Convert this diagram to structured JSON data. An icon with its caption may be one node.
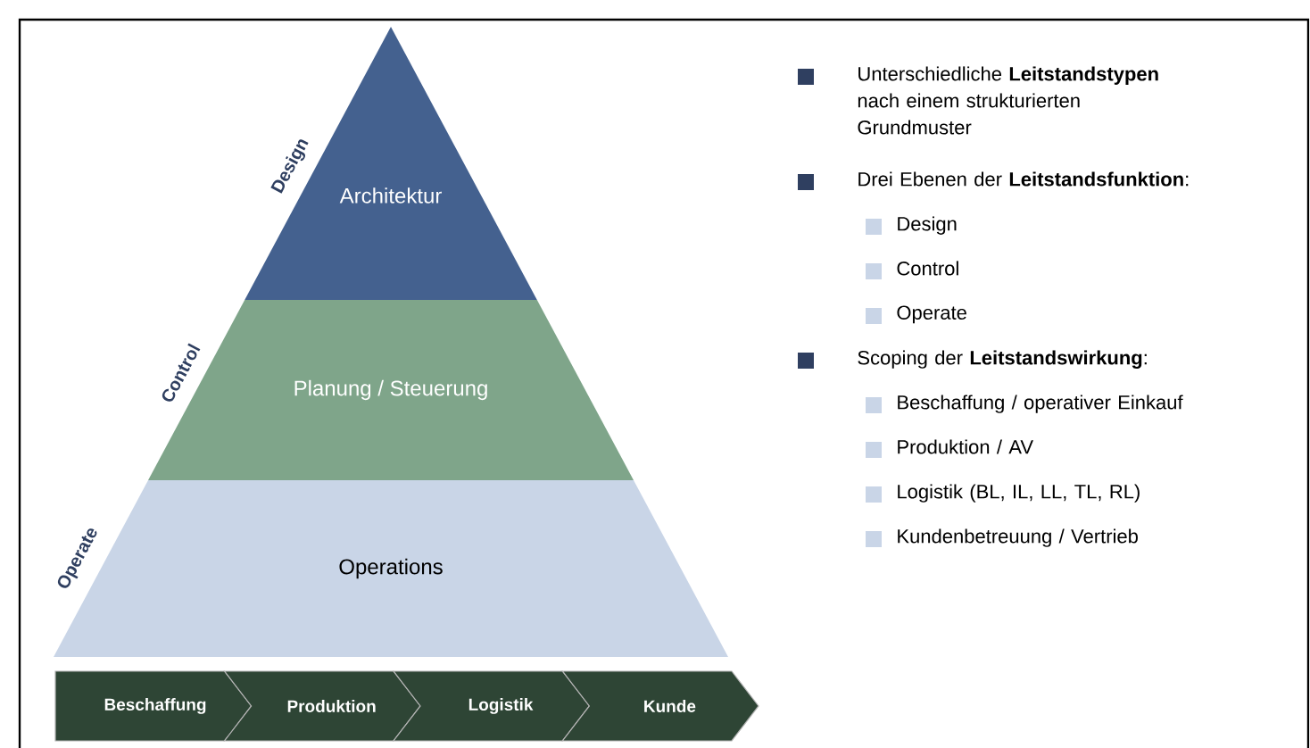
{
  "diagram": {
    "nodes": [
      {
        "text": [
          "Architektur"
        ],
        "beside": [
          "Design"
        ]
      },
      {
        "text": [
          "Planung / Steuerung"
        ],
        "beside": [
          "Control"
        ]
      },
      {
        "text": [
          "Operations"
        ],
        "beside": [
          "Operate"
        ]
      },
      {
        "text": [
          "**Beschaffung**"
        ]
      },
      {
        "text": [
          "**Produktion**"
        ]
      },
      {
        "text": [
          "**Logistik**"
        ]
      },
      {
        "text": [
          "**Kunde**"
        ]
      }
    ],
    "labels": [
      "Unterschiedliche **Leitstandstypen** nach einem strukturierten Grundmuster",
      "Drei Ebenen der **Leitstandsfunktion**:",
      "Design",
      "Control",
      "Operate",
      "Scoping der **Leitstandswirkung**:",
      "Beschaffung / operativer Einkauf",
      "Produktion / AV",
      "Logistik (BL, IL, LL, TL, RL)",
      "Kundenbetreuung / Vertrieb"
    ]
  }
}
